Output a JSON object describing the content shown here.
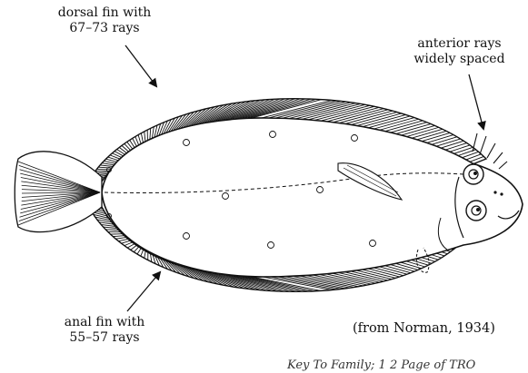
{
  "labels": {
    "dorsal_fin": [
      "dorsal fin with",
      "67–73 rays"
    ],
    "anterior_rays": [
      "anterior rays",
      "widely spaced"
    ],
    "anal_fin": [
      "anal fin with",
      "55–57 rays"
    ],
    "source": "(from Norman, 1934)",
    "cut_caption": "Key To Family; 1 2 Page of TRO"
  },
  "fin_counts": {
    "dorsal_rays": "67–73",
    "anal_rays": "55–57"
  }
}
